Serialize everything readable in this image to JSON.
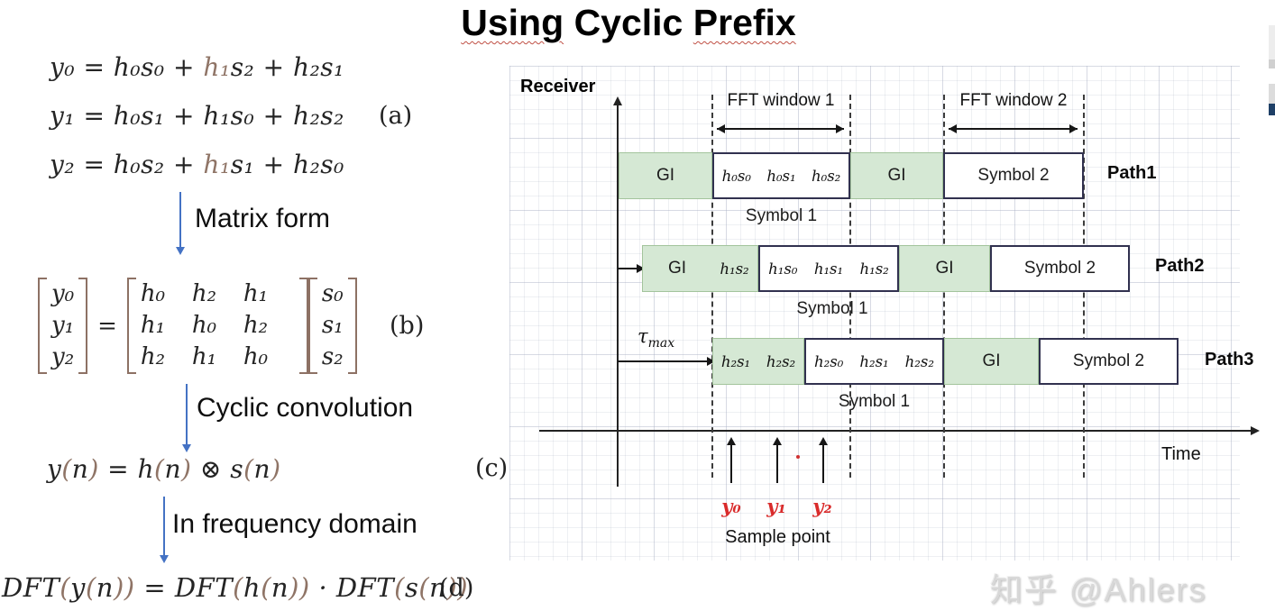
{
  "title": {
    "segments": [
      {
        "t": "Using",
        "c": "wavy"
      },
      {
        "t": " "
      },
      {
        "t": "Cyclic"
      },
      {
        "t": " "
      },
      {
        "t": "Prefix",
        "c": "wavy"
      }
    ]
  },
  "equations": {
    "eq1": {
      "segments": [
        {
          "t": "y₀ = h₀s₀ + "
        },
        {
          "t": "h₁",
          "c": "brown"
        },
        {
          "t": "s₂ + h₂s₁"
        }
      ]
    },
    "eq2": {
      "segments": [
        {
          "t": "y₁ = h₀s₁ + h₁s₀ + h₂s₂"
        }
      ]
    },
    "eq3": {
      "segments": [
        {
          "t": "y₂ = h₀s₂ + "
        },
        {
          "t": "h₁",
          "c": "brown"
        },
        {
          "t": "s₁ + h₂s₀"
        }
      ]
    },
    "tag_a": "(a)",
    "step1": "Matrix form",
    "matrix": {
      "y": [
        "y₀",
        "y₁",
        "y₂"
      ],
      "equals": "=",
      "h": [
        [
          "h₀",
          "h₂",
          "h₁"
        ],
        [
          "h₁",
          "h₀",
          "h₂"
        ],
        [
          "h₂",
          "h₁",
          "h₀"
        ]
      ],
      "s": [
        "s₀",
        "s₁",
        "s₂"
      ],
      "tag": "(b)"
    },
    "step2": "Cyclic convolution",
    "eqc": {
      "segments": [
        {
          "t": "y"
        },
        {
          "t": "(",
          "c": "brown"
        },
        {
          "t": "n"
        },
        {
          "t": ")",
          "c": "brown"
        },
        {
          "t": " = h"
        },
        {
          "t": "(",
          "c": "brown"
        },
        {
          "t": "n"
        },
        {
          "t": ")",
          "c": "brown"
        },
        {
          "t": " ⊗ s"
        },
        {
          "t": "(",
          "c": "brown"
        },
        {
          "t": "n"
        },
        {
          "t": ")",
          "c": "brown"
        }
      ]
    },
    "tag_c": "(c)",
    "step3": "In frequency domain",
    "eqd": {
      "segments": [
        {
          "t": "DFT"
        },
        {
          "t": "(",
          "c": "brown"
        },
        {
          "t": "y"
        },
        {
          "t": "(",
          "c": "brown"
        },
        {
          "t": "n"
        },
        {
          "t": ")",
          "c": "brown"
        },
        {
          "t": ")",
          "c": "brown"
        },
        {
          "t": " = DFT"
        },
        {
          "t": "(",
          "c": "brown"
        },
        {
          "t": "h"
        },
        {
          "t": "(",
          "c": "brown"
        },
        {
          "t": "n"
        },
        {
          "t": ")",
          "c": "brown"
        },
        {
          "t": ")",
          "c": "brown"
        },
        {
          "t": " · DFT"
        },
        {
          "t": "(",
          "c": "brown"
        },
        {
          "t": "s"
        },
        {
          "t": "(",
          "c": "brown"
        },
        {
          "t": "n"
        },
        {
          "t": ")",
          "c": "brown"
        },
        {
          "t": ")",
          "c": "brown"
        }
      ]
    },
    "tag_d": "(d)"
  },
  "diagram": {
    "receiver": "Receiver",
    "fft1": "FFT window 1",
    "fft2": "FFT window 2",
    "time": "Time",
    "tau": "τ",
    "tau_sub": "max",
    "paths": [
      {
        "label": "Path1",
        "gi": "GI",
        "cells": [
          "h₀s₀",
          "h₀s₁",
          "h₀s₂"
        ],
        "gi2": "GI",
        "symbol2": "Symbol 2",
        "symbol1": "Symbol 1"
      },
      {
        "label": "Path2",
        "gi": "GI",
        "pre": "h₁s₂",
        "cells": [
          "h₁s₀",
          "h₁s₁",
          "h₁s₂"
        ],
        "gi2": "GI",
        "symbol2": "Symbol 2",
        "symbol1": "Symbol 1"
      },
      {
        "label": "Path3",
        "pre1": "h₂s₁",
        "pre2": "h₂s₂",
        "cells": [
          "h₂s₀",
          "h₂s₁",
          "h₂s₂"
        ],
        "gi2": "GI",
        "symbol2": "Symbol 2",
        "symbol1": "Symbol 1"
      }
    ],
    "samples": [
      "y₀",
      "y₁",
      "y₂"
    ],
    "sample_point": "Sample point"
  },
  "watermark": "知乎 @Ahlers",
  "colors": {
    "green_fill": "#d5e8d4",
    "box_border": "#31314f",
    "arrow_blue": "#4472c4",
    "sample_red": "#d92b2b",
    "math_brown": "#8f7466"
  }
}
